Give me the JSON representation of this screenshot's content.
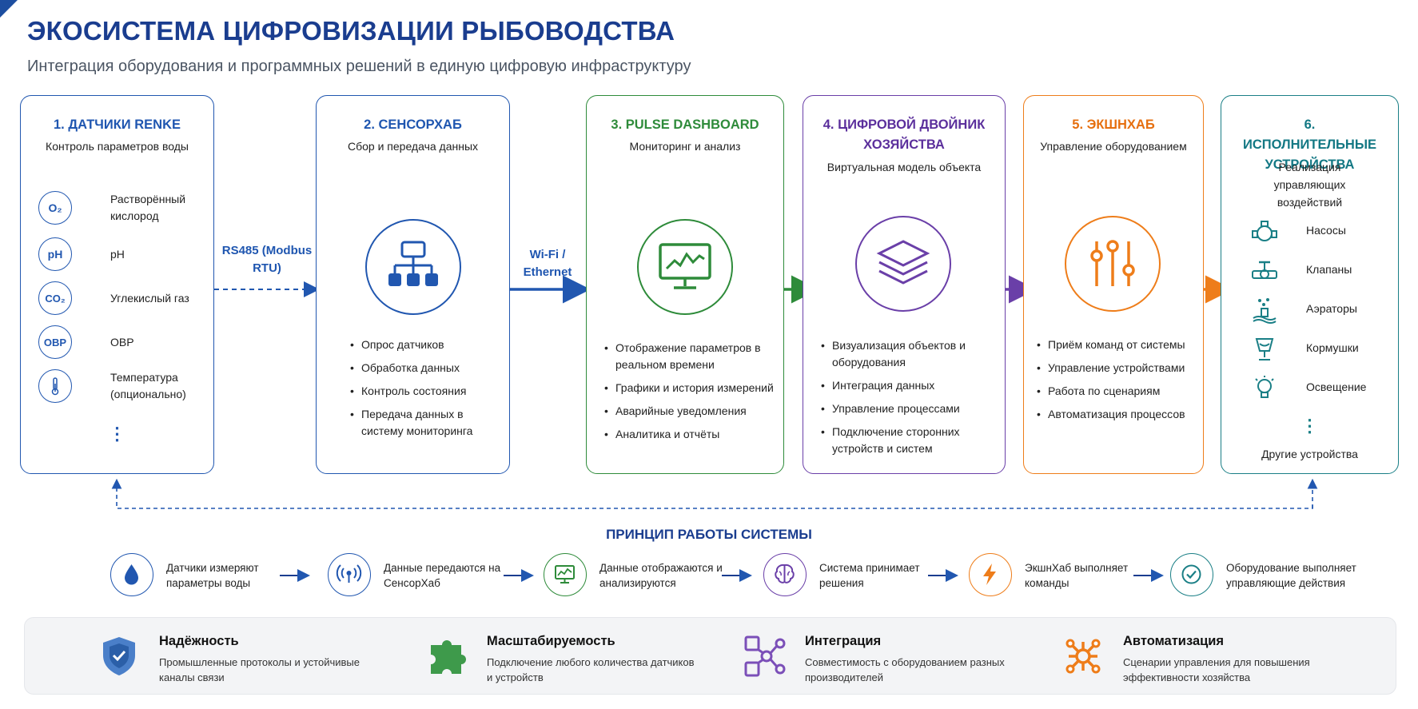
{
  "header": {
    "title": "ЭКОСИСТЕМА ЦИФРОВИЗАЦИИ РЫБОВОДСТВА",
    "subtitle": "Интеграция оборудования и программных решений в единую цифровую инфраструктуру"
  },
  "colors": {
    "blue": "#2157b0",
    "green": "#2e8b3a",
    "purple": "#6a3fa8",
    "orange": "#ee7d1a",
    "teal": "#1a7f86"
  },
  "cards": [
    {
      "title": "1. ДАТЧИКИ RENKE",
      "subtitle": "Контроль параметров воды",
      "sensors": [
        {
          "badge": "O₂",
          "label": "Растворённый кислород"
        },
        {
          "badge": "pH",
          "label": "pH"
        },
        {
          "badge": "CO₂",
          "label": "Углекислый газ"
        },
        {
          "badge": "ОВР",
          "label": "ОВР"
        },
        {
          "badge": "thermometer-icon",
          "label": "Температура (опционально)"
        }
      ],
      "more": "⋮"
    },
    {
      "title": "2. СЕНСОРХАБ",
      "subtitle": "Сбор и передача данных",
      "icon": "network-hub-icon",
      "bullets": [
        "Опрос датчиков",
        "Обработка данных",
        "Контроль состояния",
        "Передача данных в систему мониторинга"
      ]
    },
    {
      "title": "3. PULSE DASHBOARD",
      "subtitle": "Мониторинг и анализ",
      "icon": "monitor-chart-icon",
      "bullets": [
        "Отображение параметров в реальном времени",
        "Графики и история измерений",
        "Аварийные уведомления",
        "Аналитика и отчёты"
      ]
    },
    {
      "title": "4. ЦИФРОВОЙ ДВОЙНИК ХОЗЯЙСТВА",
      "subtitle": "Виртуальная модель объекта",
      "icon": "layers-icon",
      "bullets": [
        "Визуализация объектов и оборудования",
        "Интеграция данных",
        "Управление процессами",
        "Подключение сторонних устройств и систем"
      ]
    },
    {
      "title": "5. ЭКШНХАБ",
      "subtitle": "Управление оборудованием",
      "icon": "sliders-icon",
      "bullets": [
        "Приём команд от системы",
        "Управление устройствами",
        "Работа по сценариям",
        "Автоматизация процессов"
      ]
    },
    {
      "title": "6. ИСПОЛНИТЕЛЬНЫЕ УСТРОЙСТВА",
      "subtitle": "Реализация управляющих воздействий",
      "devices": [
        {
          "icon": "pump-icon",
          "label": "Насосы"
        },
        {
          "icon": "valve-icon",
          "label": "Клапаны"
        },
        {
          "icon": "aerator-icon",
          "label": "Аэраторы"
        },
        {
          "icon": "feeder-icon",
          "label": "Кормушки"
        },
        {
          "icon": "lightbulb-icon",
          "label": "Освещение"
        }
      ],
      "more": "⋮",
      "other": "Другие устройства"
    }
  ],
  "connectors": {
    "rs485": "RS485 (Modbus RTU)",
    "wifi": "Wi-Fi / Ethernet"
  },
  "principle": {
    "title": "ПРИНЦИП РАБОТЫ СИСТЕМЫ",
    "steps": [
      {
        "icon": "water-drop-icon",
        "text": "Датчики измеряют параметры воды"
      },
      {
        "icon": "antenna-icon",
        "text": "Данные передаются на СенсорХаб"
      },
      {
        "icon": "monitor-icon",
        "text": "Данные отображаются и анализируются"
      },
      {
        "icon": "brain-icon",
        "text": "Система принимает решения"
      },
      {
        "icon": "lightning-icon",
        "text": "ЭкшнХаб выполняет команды"
      },
      {
        "icon": "check-icon",
        "text": "Оборудование выполняет управляющие действия"
      }
    ]
  },
  "features": [
    {
      "icon": "shield-icon",
      "title": "Надёжность",
      "text": "Промышленные протоколы и устойчивые каналы связи"
    },
    {
      "icon": "puzzle-icon",
      "title": "Масштабируемость",
      "text": "Подключение любого количества датчиков и устройств"
    },
    {
      "icon": "integration-icon",
      "title": "Интеграция",
      "text": "Совместимость с оборудованием разных производителей"
    },
    {
      "icon": "automation-icon",
      "title": "Автоматизация",
      "text": "Сценарии управления для повышения эффективности хозяйства"
    }
  ]
}
